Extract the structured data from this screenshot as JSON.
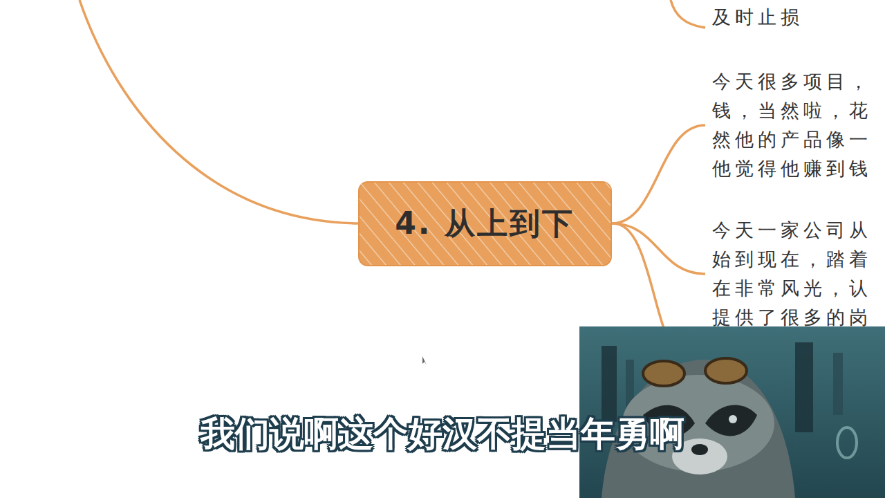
{
  "diagram": {
    "nodes": [
      {
        "text": [
          "4. 从上到下"
        ]
      },
      {
        "text": [
          "今天很多项目， 钱，当然啦，花 然他的产品像一 他觉得他赚到钱"
        ]
      },
      {
        "text": [
          "今天一家公司从 始到现在，踏着 在非常风光，认 提供了很多的岗"
        ]
      }
    ],
    "edges": [
      {
        "from": 0,
        "to": 1,
        "arrow": "none"
      },
      {
        "from": 0,
        "to": 2,
        "arrow": "none"
      }
    ],
    "labels": [
      "及时止损",
      "我们说啊这个好汉不提当年勇啊"
    ]
  }
}
